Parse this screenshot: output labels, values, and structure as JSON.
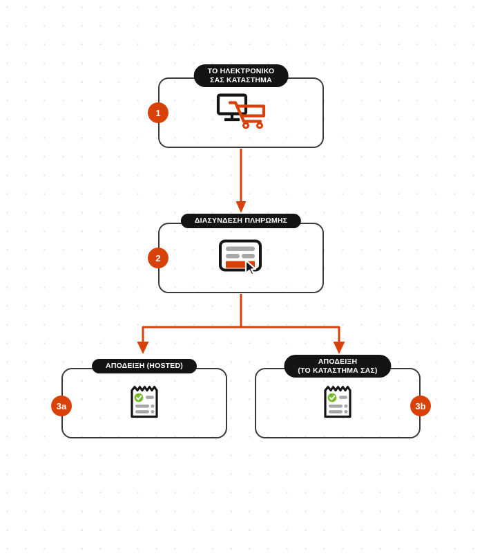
{
  "diagram": {
    "type": "flowchart",
    "accent_color": "#d8410a",
    "node_border_color": "#3a3a3a",
    "title_pill_color": "#141414",
    "background_color": "#ffffff",
    "grid_dot_color": "#e0e0e0",
    "nodes": [
      {
        "id": "store",
        "badge": "1",
        "title_lines": [
          "ΤΟ ΗΛΕΚΤΡΟΝΙΚΟ",
          "ΣΑΣ ΚΑΤΑΣΤΗΜΑ"
        ],
        "icon": "monitor-shopping-cart-icon"
      },
      {
        "id": "gateway",
        "badge": "2",
        "title_lines": [
          "ΔΙΑΣΥΝΔΕΣΗ ΠΛΗΡΩΜΗΣ"
        ],
        "icon": "credit-card-cursor-icon"
      },
      {
        "id": "hosted",
        "badge": "3a",
        "title_lines": [
          "ΑΠΟΔΕΙΞΗ (HOSTED)"
        ],
        "icon": "receipt-check-icon"
      },
      {
        "id": "own",
        "badge": "3b",
        "title_lines": [
          "ΑΠΟΔΕΙΞΗ",
          "(ΤΟ ΚΑΤΑΣΤΗΜΑ ΣΑΣ)"
        ],
        "icon": "receipt-check-icon"
      }
    ],
    "connectors": [
      {
        "id": "store-to-gateway",
        "from": "store",
        "to": "gateway",
        "shape": "straight-down",
        "arrow": true
      },
      {
        "id": "gateway-to-hosted",
        "from": "gateway",
        "to": "hosted",
        "shape": "split-left",
        "arrow": true
      },
      {
        "id": "gateway-to-own",
        "from": "gateway",
        "to": "own",
        "shape": "split-right",
        "arrow": true
      }
    ]
  }
}
